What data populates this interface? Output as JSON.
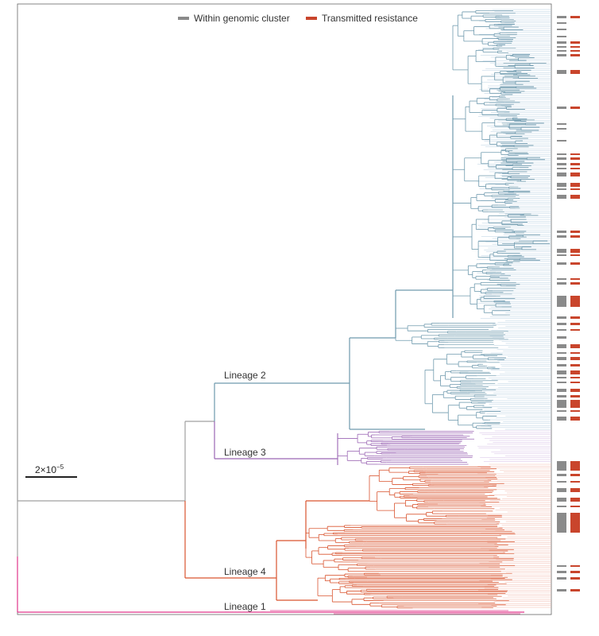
{
  "legend": {
    "items": [
      {
        "label": "Within genomic cluster",
        "color": "#8a8a8a"
      },
      {
        "label": "Transmitted resistance",
        "color": "#c9452c"
      }
    ]
  },
  "scale_bar": {
    "base": "2×10",
    "exponent": "−5"
  },
  "lineages": [
    {
      "label": "Lineage 2",
      "color": "#6f9aae"
    },
    {
      "label": "Lineage 3",
      "color": "#9b66b4"
    },
    {
      "label": "Lineage 4",
      "color": "#d9542f"
    },
    {
      "label": "Lineage 1",
      "color": "#e0368a"
    }
  ],
  "colors": {
    "root": "#a0a0a0",
    "guide_lineage2": "#b7cfe0",
    "guide_lineage3": "#d4bde4",
    "guide_lineage4": "#f2b7a8",
    "guide_lineage1": "#f2a6c8",
    "frame": "#666666"
  }
}
